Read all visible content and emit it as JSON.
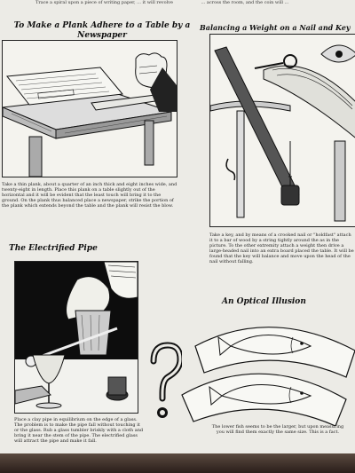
{
  "top_strip": {
    "left": "Trace a spiral upon a piece of writing paper, ... it will revolve",
    "right": "... across the room, and the coin will ..."
  },
  "section1": {
    "title": "To Make a Plank Adhere to a Table by a Newspaper",
    "body": "Take a thin plank, about a quarter of an inch thick and eight inches wide, and twenty-eight in length. Place this plank on a table slightly out of the horizontal and it will be evident that the least touch will bring it to the ground. On the plank thus balanced place a newspaper, strike the portion of the plank which extends beyond the table and the plank will resist the blow."
  },
  "section2": {
    "title": "Balancing a Weight on a Nail and Key",
    "body": "Take a key, and by means of a crooked nail or \"holdfast\" attach it to a bar of wood by a string tightly around the as in the picture. To the other extremity attach a weight then drive a large-headed nail into an extra board placed the table. It will be found that the key will balance and move upon the head of the nail without falling."
  },
  "section3": {
    "title": "The Electrified Pipe",
    "body": "Place a clay pipe in equilibrium on the edge of a glass. The problem is to make the pipe fall without touching it or the glass. Rub a glass tumbler briskly with a cloth and bring it near the stem of the pipe. The electrified glass will attract the pipe and make it fall."
  },
  "section4": {
    "title": "An Optical Illusion",
    "body": "The lower fish seems to be the larger, but upon measuring you will find them exactly the same size. This is a fact."
  },
  "colors": {
    "paper": "#ecebe6",
    "ink": "#111111",
    "background": "#2b2421"
  }
}
